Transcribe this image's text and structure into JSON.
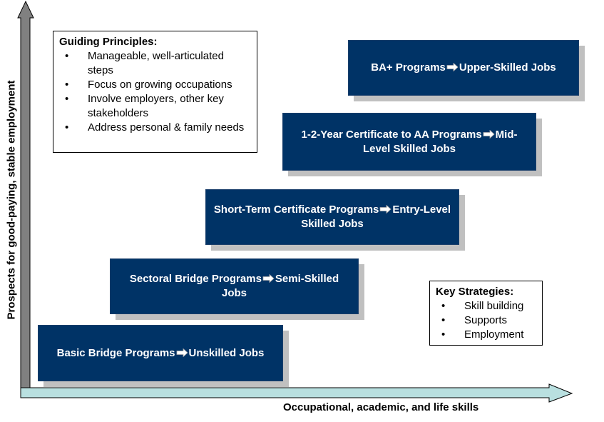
{
  "axes": {
    "y_label": "Prospects for good-paying, stable employment",
    "x_label": "Occupational, academic, and life skills"
  },
  "guiding_principles": {
    "title": "Guiding Principles:",
    "items": [
      "Manageable, well-articulated steps",
      "Focus on growing occupations",
      "Involve employers, other key stakeholders",
      "Address personal & family needs"
    ]
  },
  "key_strategies": {
    "title": "Key Strategies:",
    "items": [
      "Skill building",
      "Supports",
      "Employment"
    ]
  },
  "steps": [
    {
      "program": "Basic Bridge Programs",
      "jobs": "Unskilled Jobs"
    },
    {
      "program": "Sectoral Bridge Programs",
      "jobs": "Semi-Skilled Jobs"
    },
    {
      "program": "Short-Term Certificate Programs",
      "jobs": "Entry-Level Skilled Jobs"
    },
    {
      "program": "1-2-Year Certificate to AA Programs",
      "jobs": "Mid-Level Skilled Jobs"
    },
    {
      "program": "BA+ Programs",
      "jobs": "Upper-Skilled Jobs"
    }
  ],
  "colors": {
    "box": "#003366",
    "shadow": "#c0c0c0",
    "y_arrow": "#808080",
    "x_arrow": "#b9e0e0"
  }
}
